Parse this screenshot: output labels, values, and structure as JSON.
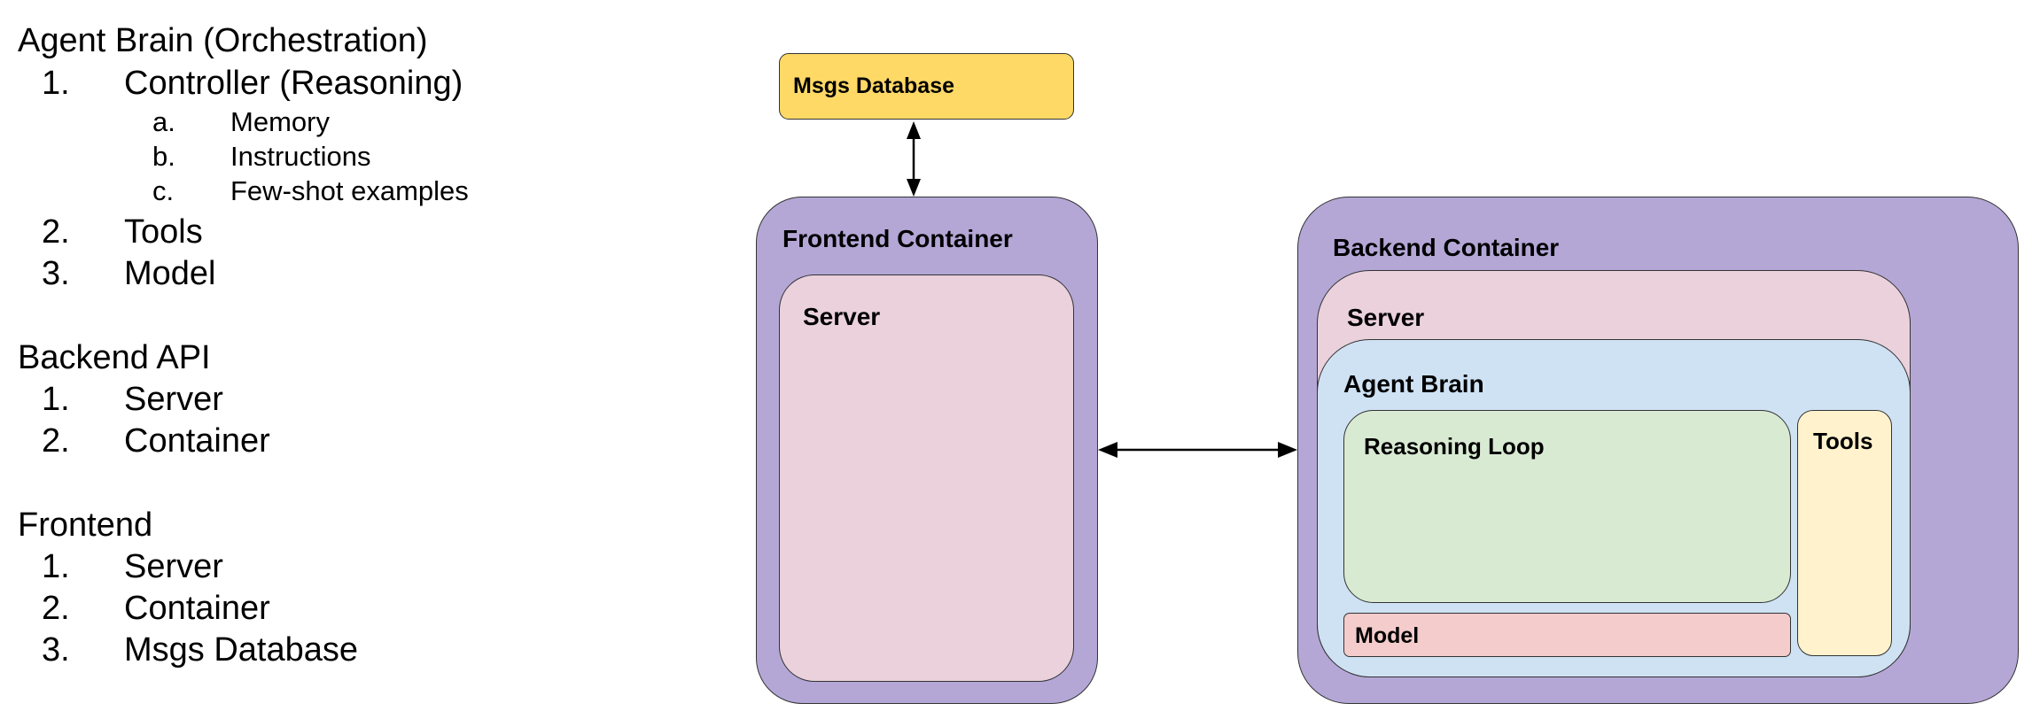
{
  "outline": {
    "sections": [
      {
        "title": "Agent Brain (Orchestration)",
        "items": [
          {
            "num": "1.",
            "text": "Controller (Reasoning)",
            "subitems": [
              {
                "num": "a.",
                "text": "Memory"
              },
              {
                "num": "b.",
                "text": "Instructions"
              },
              {
                "num": "c.",
                "text": "Few-shot examples"
              }
            ]
          },
          {
            "num": "2.",
            "text": "Tools"
          },
          {
            "num": "3.",
            "text": "Model"
          }
        ]
      },
      {
        "title": "Backend API",
        "items": [
          {
            "num": "1.",
            "text": "Server"
          },
          {
            "num": "2.",
            "text": "Container"
          }
        ]
      },
      {
        "title": "Frontend",
        "items": [
          {
            "num": "1.",
            "text": "Server"
          },
          {
            "num": "2.",
            "text": "Container"
          },
          {
            "num": "3.",
            "text": "Msgs Database"
          }
        ]
      }
    ]
  },
  "diagram": {
    "msgs_database": {
      "label": "Msgs Database",
      "color": "#FFD966"
    },
    "frontend_container": {
      "label": "Frontend Container",
      "color": "#B4A7D6"
    },
    "frontend_server": {
      "label": "Server",
      "color": "#EAD1DC"
    },
    "backend_container": {
      "label": "Backend Container",
      "color": "#B4A7D6"
    },
    "backend_server": {
      "label": "Server",
      "color": "#EAD1DC"
    },
    "agent_brain": {
      "label": "Agent Brain",
      "color": "#CFE2F3"
    },
    "reasoning_loop": {
      "label": "Reasoning Loop",
      "color": "#D9EAD3"
    },
    "tools": {
      "label": "Tools",
      "color": "#FFF2CC"
    },
    "model": {
      "label": "Model",
      "color": "#F4CCCC"
    }
  }
}
